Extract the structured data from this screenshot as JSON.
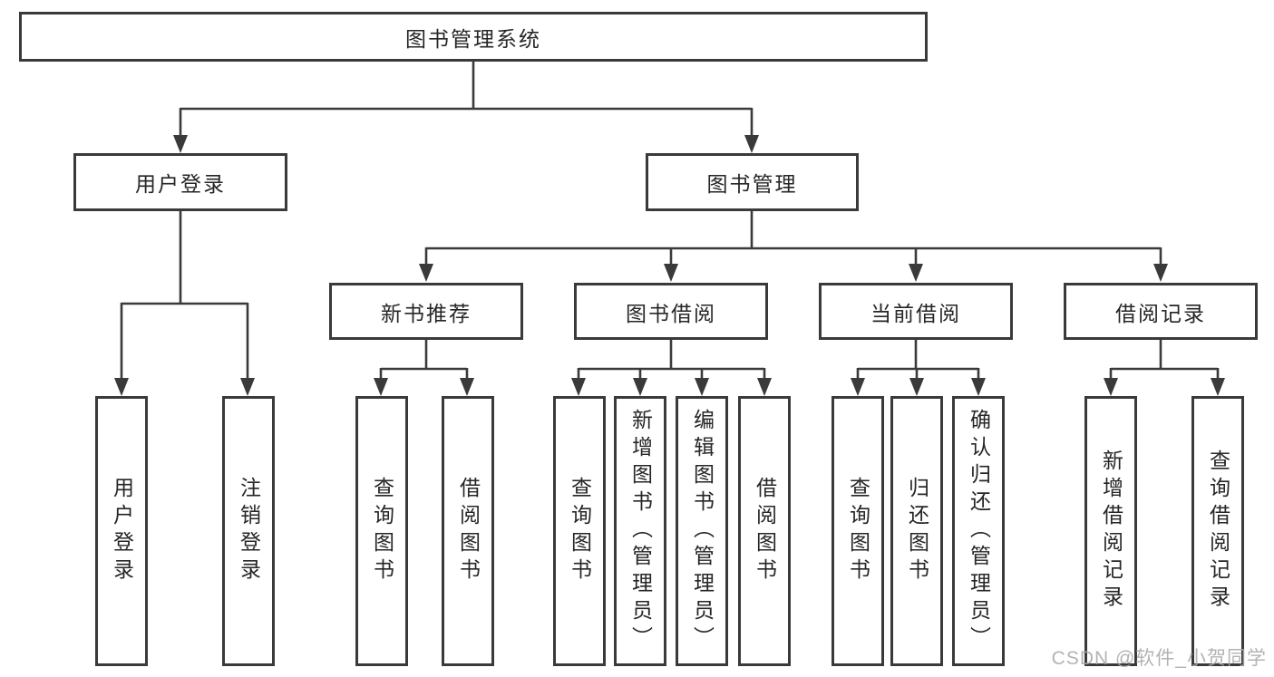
{
  "diagram": {
    "root": {
      "label": "图书管理系统"
    },
    "branches": [
      {
        "label": "用户登录",
        "children": [
          {
            "label": "用户登录"
          },
          {
            "label": "注销登录"
          }
        ]
      },
      {
        "label": "图书管理",
        "children": [
          {
            "label": "新书推荐",
            "children": [
              {
                "label": "查询图书"
              },
              {
                "label": "借阅图书"
              }
            ]
          },
          {
            "label": "图书借阅",
            "children": [
              {
                "label": "查询图书"
              },
              {
                "label": "新增图书（管理员）"
              },
              {
                "label": "编辑图书（管理员）"
              },
              {
                "label": "借阅图书"
              }
            ]
          },
          {
            "label": "当前借阅",
            "children": [
              {
                "label": "查询图书"
              },
              {
                "label": "归还图书"
              },
              {
                "label": "确认归还（管理员）"
              }
            ]
          },
          {
            "label": "借阅记录",
            "children": [
              {
                "label": "新增借阅记录"
              },
              {
                "label": "查询借阅记录"
              }
            ]
          }
        ]
      }
    ]
  },
  "watermark": {
    "text": "CSDN @软件_小贺同学"
  },
  "colors": {
    "line": "#3a3a3a",
    "text": "#262626",
    "box_background": "#ffffff",
    "watermark": "#a9a9a9"
  }
}
